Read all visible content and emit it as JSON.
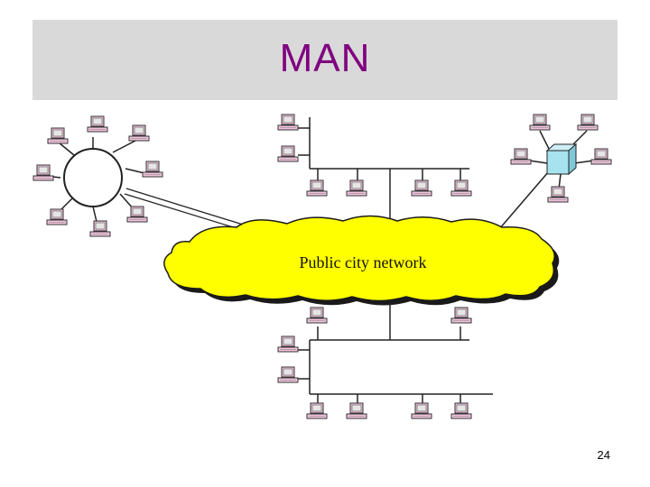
{
  "slide": {
    "title": "MAN",
    "page_number": "24"
  },
  "diagram": {
    "cloud_label": "Public city network",
    "colors": {
      "title": "#800080",
      "title_band": "#d9d9d9",
      "cloud": "#ffff00",
      "hub": "#a6e3ef",
      "computer": "#f2c4dc"
    },
    "components": [
      "ring-network",
      "bus-network-top",
      "star-network-hub",
      "bus-network-bottom"
    ]
  }
}
